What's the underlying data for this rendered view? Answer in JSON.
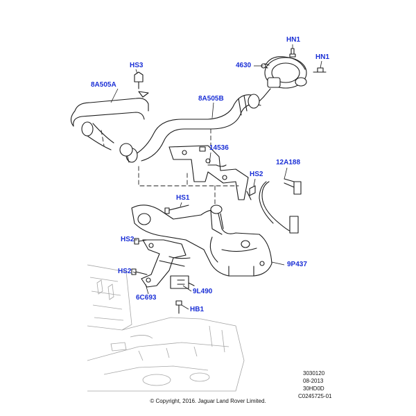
{
  "callouts": {
    "hn1_top": "HN1",
    "hn1_right": "HN1",
    "c4630": "4630",
    "hs3": "HS3",
    "c8a505a": "8A505A",
    "c8a505b": "8A505B",
    "c14536": "14536",
    "c12a188": "12A188",
    "hs2_right": "HS2",
    "hs1": "HS1",
    "hs2_left_upper": "HS2",
    "hs2_left_lower": "HS2",
    "c9p437": "9P437",
    "c9l490": "9L490",
    "c6c693": "6C693",
    "hb1": "HB1"
  },
  "meta": {
    "line1": "3030120",
    "line2": "08-2013",
    "line3": "30HD0D",
    "line4": "C0245725-01"
  },
  "copyright": "© Copyright, 2016. Jaguar Land Rover Limited.",
  "colors": {
    "callout": "#1a2fd6",
    "line": "#1a1a1a",
    "faint": "#9a9a9a"
  }
}
